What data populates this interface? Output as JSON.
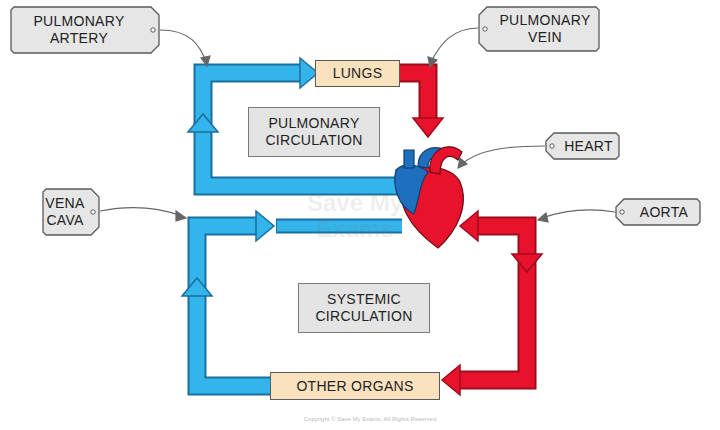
{
  "diagram": {
    "nodes": [
      {
        "text": [
          "PULMONARY ARTERY"
        ]
      },
      {
        "text": [
          "LUNGS"
        ]
      },
      {
        "text": [
          "PULMONARY VEIN"
        ]
      },
      {
        "text": [
          "PULMONARY CIRCULATION"
        ]
      },
      {
        "text": [
          "HEART"
        ]
      },
      {
        "text": [
          "VENA CAVA"
        ]
      },
      {
        "text": [
          "AORTA"
        ]
      },
      {
        "text": [
          "SYSTEMIC CIRCULATION"
        ]
      },
      {
        "text": [
          "OTHER ORGANS"
        ]
      }
    ],
    "labels": [
      "Save My Exams",
      "Copyright © Save My Exams. All Rights Reserved"
    ]
  }
}
